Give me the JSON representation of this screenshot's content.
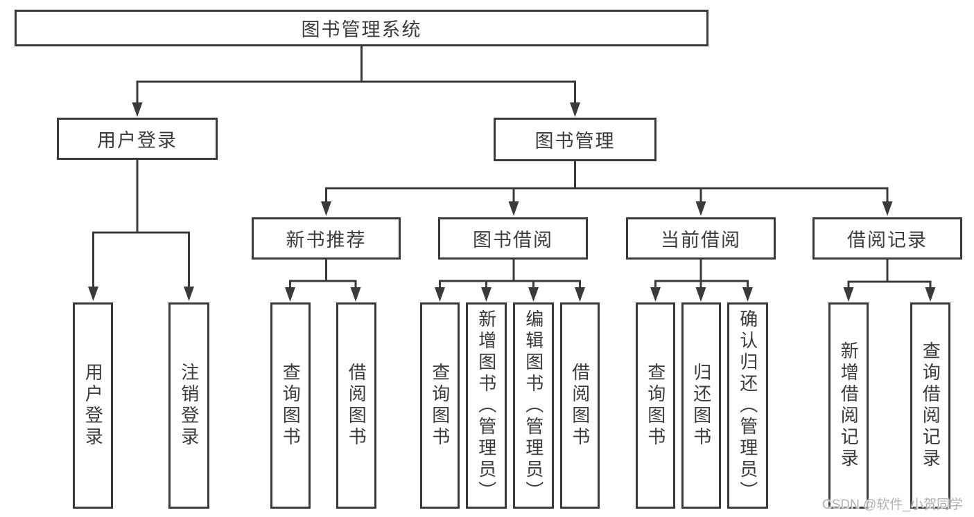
{
  "page": {
    "background": "#ffffff"
  },
  "diagram": {
    "line_color": "#3a3a3a",
    "text_color": "#3b3b3b",
    "root": {
      "label": "图书管理系统"
    },
    "level2": [
      {
        "label": "用户登录",
        "parent": "图书管理系统"
      },
      {
        "label": "图书管理",
        "parent": "图书管理系统"
      }
    ],
    "level3": [
      {
        "label": "新书推荐",
        "parent": "图书管理"
      },
      {
        "label": "图书借阅",
        "parent": "图书管理"
      },
      {
        "label": "当前借阅",
        "parent": "图书管理"
      },
      {
        "label": "借阅记录",
        "parent": "图书管理"
      }
    ],
    "leaves": [
      {
        "label": "用户登录",
        "parent": "用户登录"
      },
      {
        "label": "注销登录",
        "parent": "用户登录"
      },
      {
        "label": "查询图书",
        "parent": "新书推荐"
      },
      {
        "label": "借阅图书",
        "parent": "新书推荐"
      },
      {
        "label": "查询图书",
        "parent": "图书借阅"
      },
      {
        "label": "新增图书（管理员）",
        "parent": "图书借阅"
      },
      {
        "label": "编辑图书（管理员）",
        "parent": "图书借阅"
      },
      {
        "label": "借阅图书",
        "parent": "图书借阅"
      },
      {
        "label": "查询图书",
        "parent": "当前借阅"
      },
      {
        "label": "归还图书",
        "parent": "当前借阅"
      },
      {
        "label": "确认归还（管理员）",
        "parent": "当前借阅"
      },
      {
        "label": "新增借阅记录",
        "parent": "借阅记录"
      },
      {
        "label": "查询借阅记录",
        "parent": "借阅记录"
      }
    ]
  },
  "watermark": {
    "text": "CSDN @软件_小贺同学",
    "color": "#b2b2b2"
  }
}
